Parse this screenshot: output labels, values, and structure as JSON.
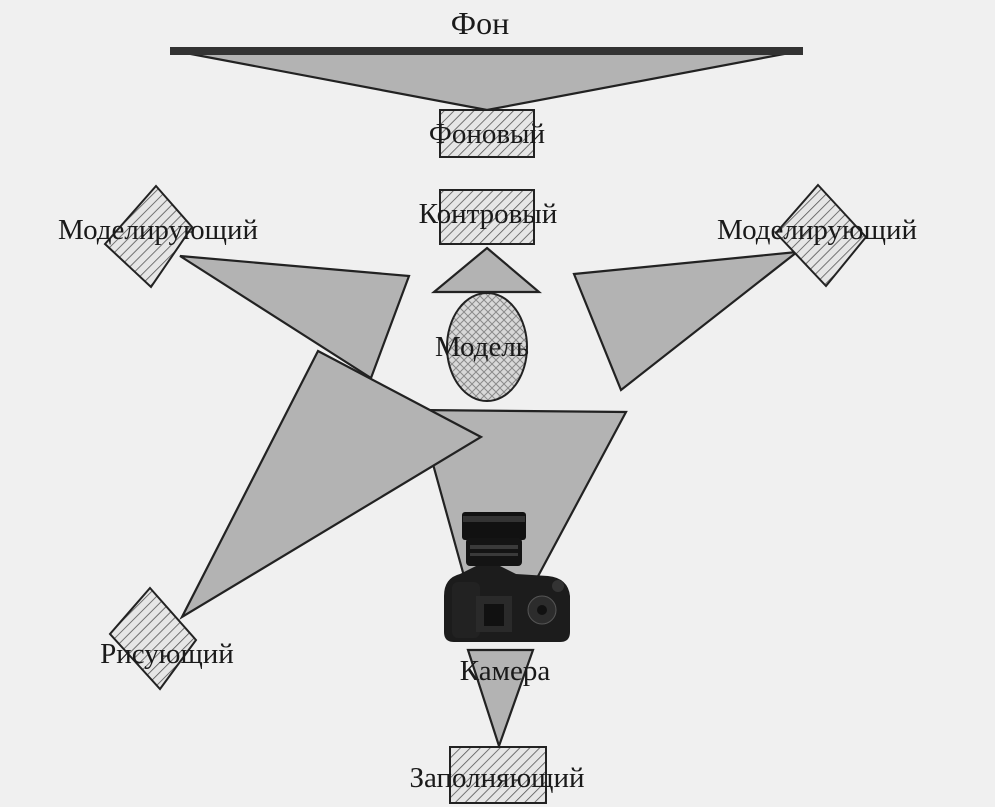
{
  "labels": {
    "background": "Фон",
    "background_light": "Фоновый",
    "back_light": "Контровый",
    "modeling_left": "Моделирующий",
    "modeling_right": "Моделирующий",
    "model": "Модель",
    "key_light": "Рисующий",
    "camera": "Камера",
    "fill_light": "Заполняющий"
  },
  "colors": {
    "page_background": "#f0f0f0",
    "light_cone": "#b3b3b3",
    "outline": "#222222",
    "hatch_fill": "#e6e6e6",
    "hatch_lines": "#555555",
    "camera_body": "#1c1c1c"
  },
  "icons": {
    "camera": "dslr-camera-icon"
  }
}
